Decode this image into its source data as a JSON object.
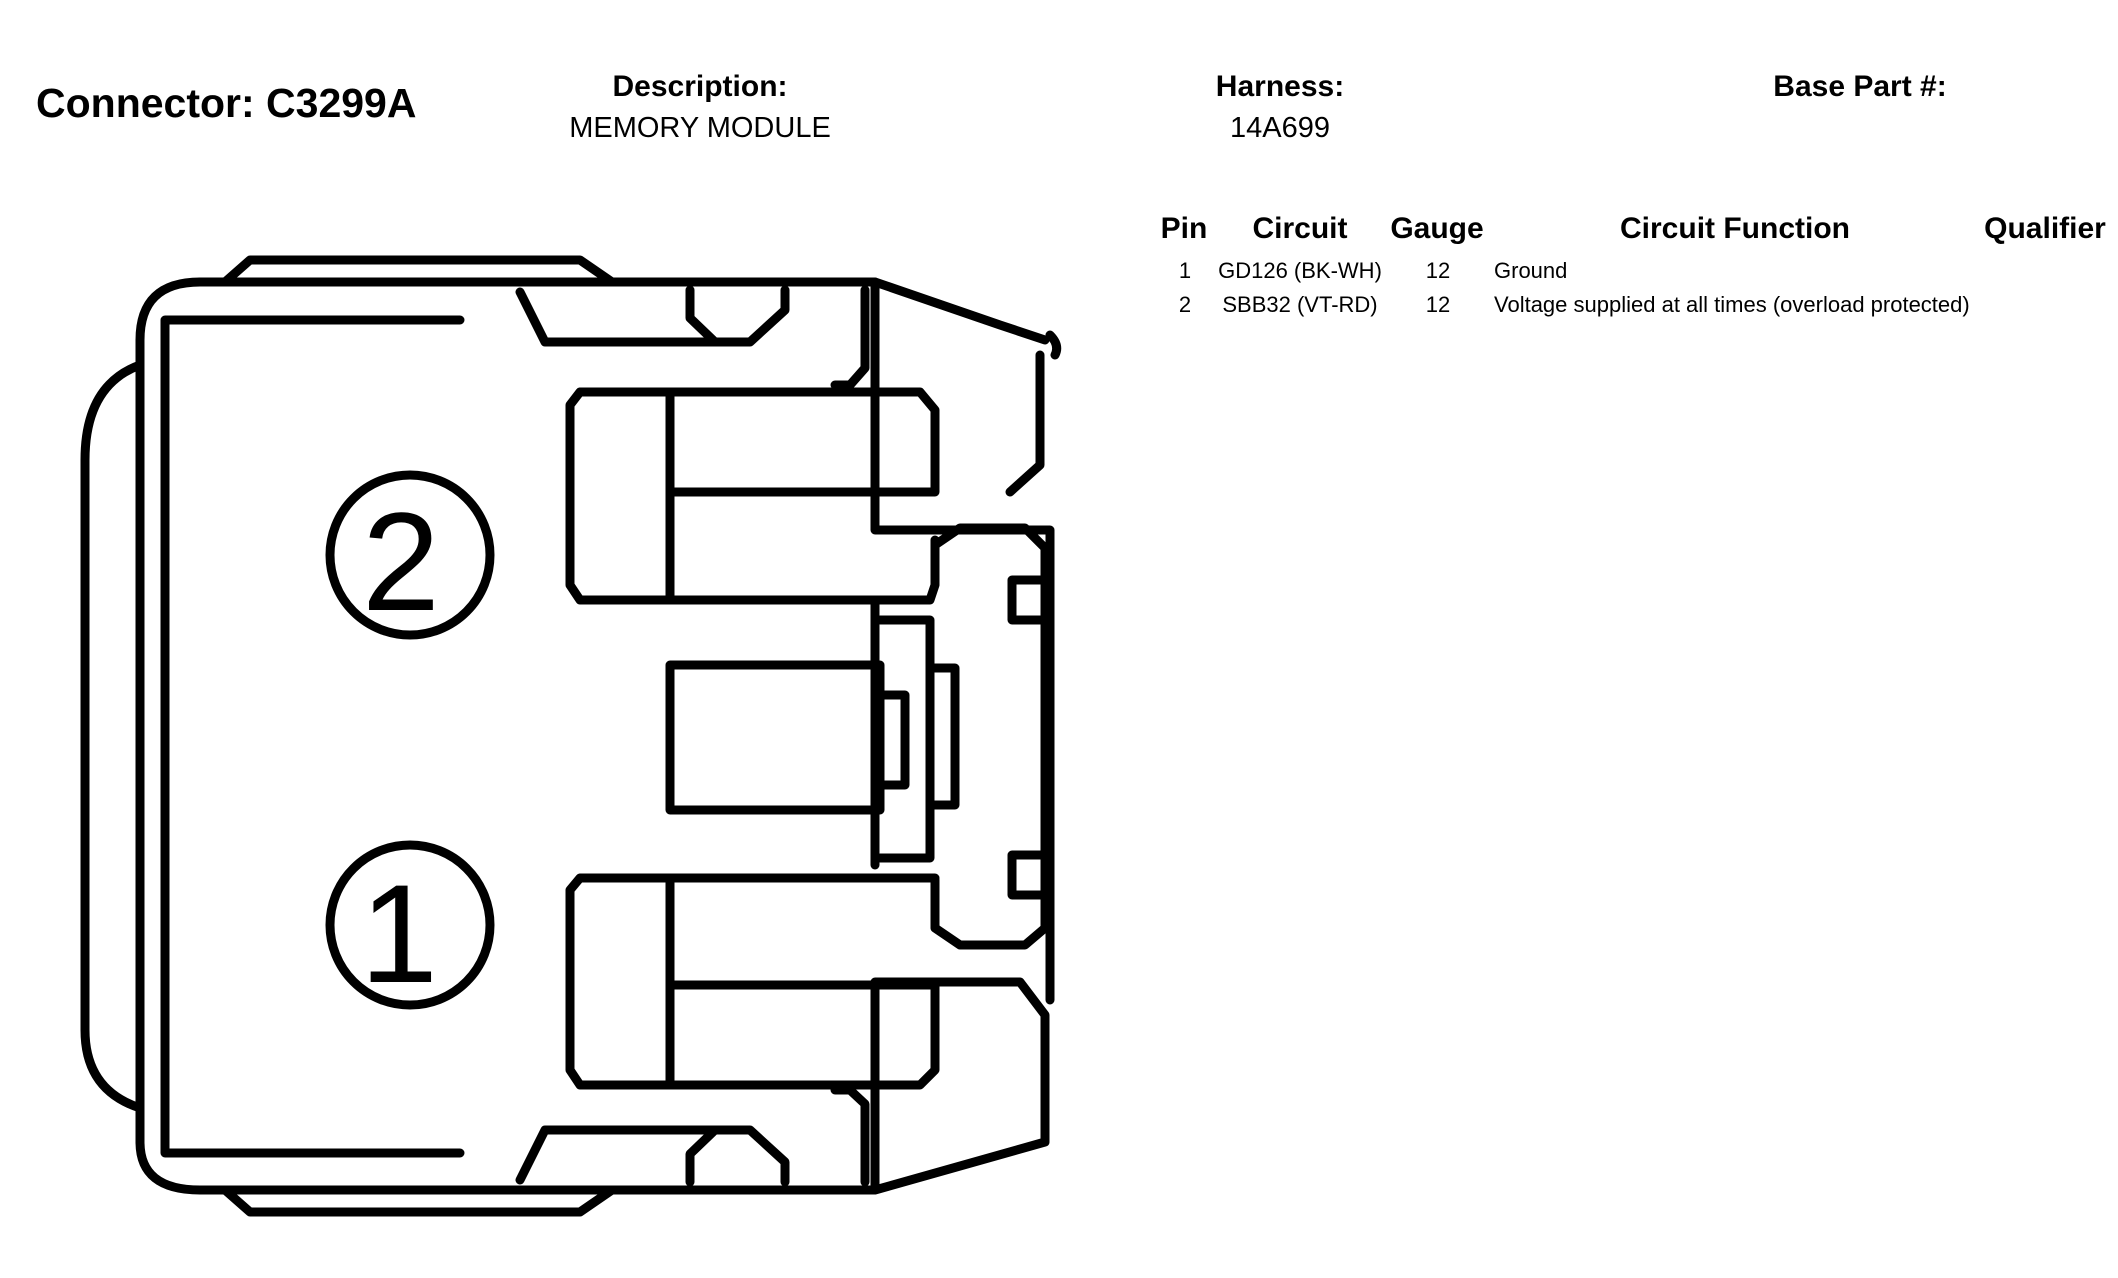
{
  "header": {
    "connector_label": "Connector: C3299A",
    "description_label": "Description:",
    "description_value": "MEMORY MODULE",
    "harness_label": "Harness:",
    "harness_value": "14A699",
    "base_part_label": "Base Part #:",
    "base_part_value": ""
  },
  "table": {
    "columns": [
      "Pin",
      "Circuit",
      "Gauge",
      "Circuit Function",
      "Qualifier"
    ],
    "rows": [
      {
        "pin": "1",
        "circuit": "GD126 (BK-WH)",
        "gauge": "12",
        "function": "Ground",
        "qualifier": ""
      },
      {
        "pin": "2",
        "circuit": "SBB32 (VT-RD)",
        "gauge": "12",
        "function": "Voltage supplied at all times (overload protected)",
        "qualifier": ""
      }
    ]
  },
  "diagram": {
    "pin_labels": [
      "1",
      "2"
    ],
    "stroke_color": "#000000"
  }
}
